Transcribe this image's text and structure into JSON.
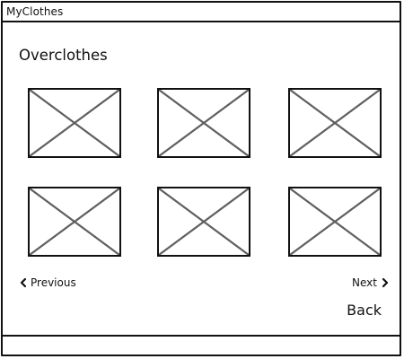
{
  "window": {
    "title": "MyClothes"
  },
  "main": {
    "page_title": "Overclothes",
    "thumbnails": [
      {
        "icon": "image-placeholder-icon"
      },
      {
        "icon": "image-placeholder-icon"
      },
      {
        "icon": "image-placeholder-icon"
      },
      {
        "icon": "image-placeholder-icon"
      },
      {
        "icon": "image-placeholder-icon"
      },
      {
        "icon": "image-placeholder-icon"
      }
    ]
  },
  "pagination": {
    "previous_label": "Previous",
    "previous_icon": "chevron-left-icon",
    "next_label": "Next",
    "next_icon": "chevron-right-icon"
  },
  "actions": {
    "back_label": "Back"
  },
  "colors": {
    "stroke": "#111111",
    "placeholder_cross": "#5f5f5f",
    "background": "#ffffff"
  }
}
